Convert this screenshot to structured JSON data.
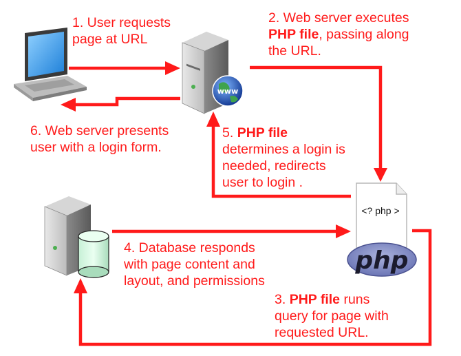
{
  "steps": {
    "step1": {
      "line1": "1. User requests",
      "line2": "page at URL"
    },
    "step2": {
      "line1": "2. Web server executes",
      "bold": "PHP file",
      "rest": ", passing along",
      "line3": "the URL."
    },
    "step3": {
      "prefix": "3. ",
      "bold": "PHP file",
      "rest": " runs",
      "line2": "query for page with",
      "line3": "requested URL."
    },
    "step4": {
      "line1": "4. Database responds",
      "line2": "with page content and",
      "line3": "layout, and permissions"
    },
    "step5": {
      "prefix": "5. ",
      "bold": "PHP file",
      "line2": "determines a login is",
      "line3": "needed, redirects",
      "line4": "user to login ."
    },
    "step6": {
      "line1": "6. Web server presents",
      "line2": "user with a login form."
    }
  },
  "php_file": {
    "code_label": "<? php >",
    "logo_text": "php"
  },
  "web_server": {
    "badge_text": "www"
  },
  "colors": {
    "arrow": "#ff1a1a",
    "text": "#ff1a1a",
    "php_logo": "#8892bf"
  }
}
